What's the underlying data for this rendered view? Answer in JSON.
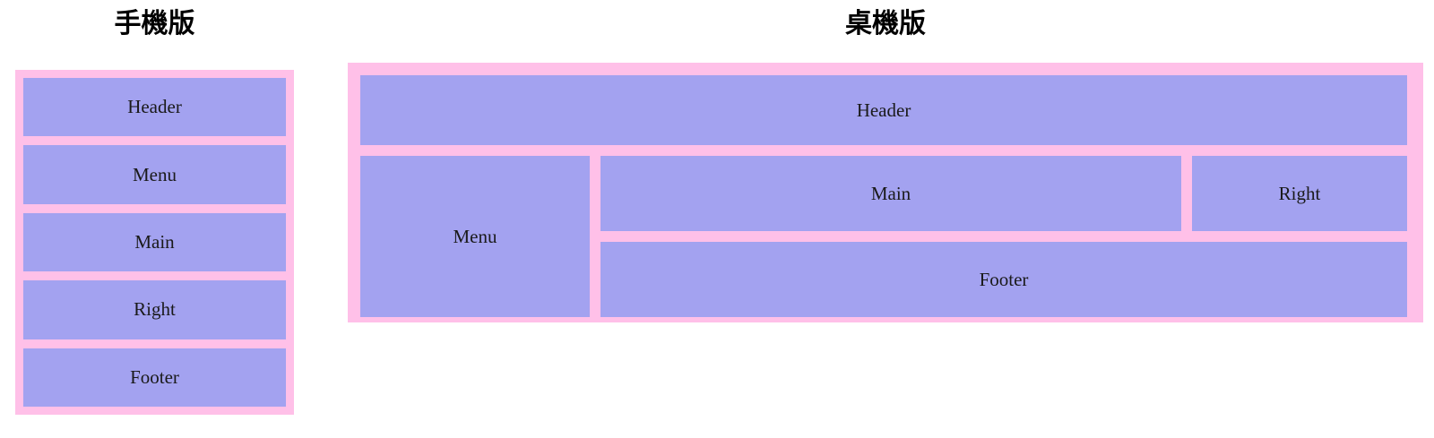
{
  "palette": {
    "page_background": "#ffffff",
    "container_pink": "#ffc0e8",
    "block_purple": "#a3a2f0",
    "text_color": "#1a1a1a",
    "title_color": "#000000"
  },
  "mobile": {
    "title": "手機版",
    "blocks": [
      {
        "label": "Header"
      },
      {
        "label": "Menu"
      },
      {
        "label": "Main"
      },
      {
        "label": "Right"
      },
      {
        "label": "Footer"
      }
    ]
  },
  "desktop": {
    "title": "桌機版",
    "blocks": {
      "header": "Header",
      "menu": "Menu",
      "main": "Main",
      "right": "Right",
      "footer": "Footer"
    }
  }
}
